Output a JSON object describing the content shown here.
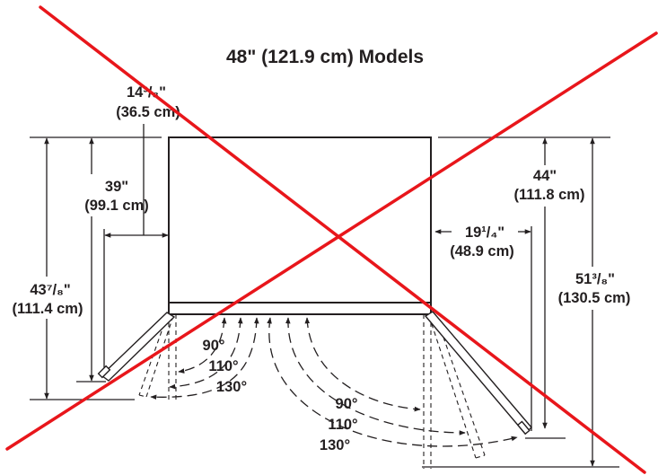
{
  "title": "48\" (121.9 cm) Models",
  "dimensions": {
    "left_offset": {
      "imperial": "14³/₈\"",
      "metric": "(36.5 cm)"
    },
    "left_inner": {
      "imperial": "39\"",
      "metric": "(99.1 cm)"
    },
    "left_outer": {
      "imperial": "43⁷/₈\"",
      "metric": "(111.4 cm)"
    },
    "right_inner": {
      "imperial": "44\"",
      "metric": "(111.8 cm)"
    },
    "right_offset": {
      "imperial": "19¹/₄\"",
      "metric": "(48.9 cm)"
    },
    "right_outer": {
      "imperial": "51³/₈\"",
      "metric": "(130.5 cm)"
    }
  },
  "angles_left": [
    "90°",
    "110°",
    "130°"
  ],
  "angles_right": [
    "90°",
    "110°",
    "130°"
  ],
  "colors": {
    "line": "#231f20",
    "cross": "#e8161b",
    "background": "#ffffff"
  }
}
